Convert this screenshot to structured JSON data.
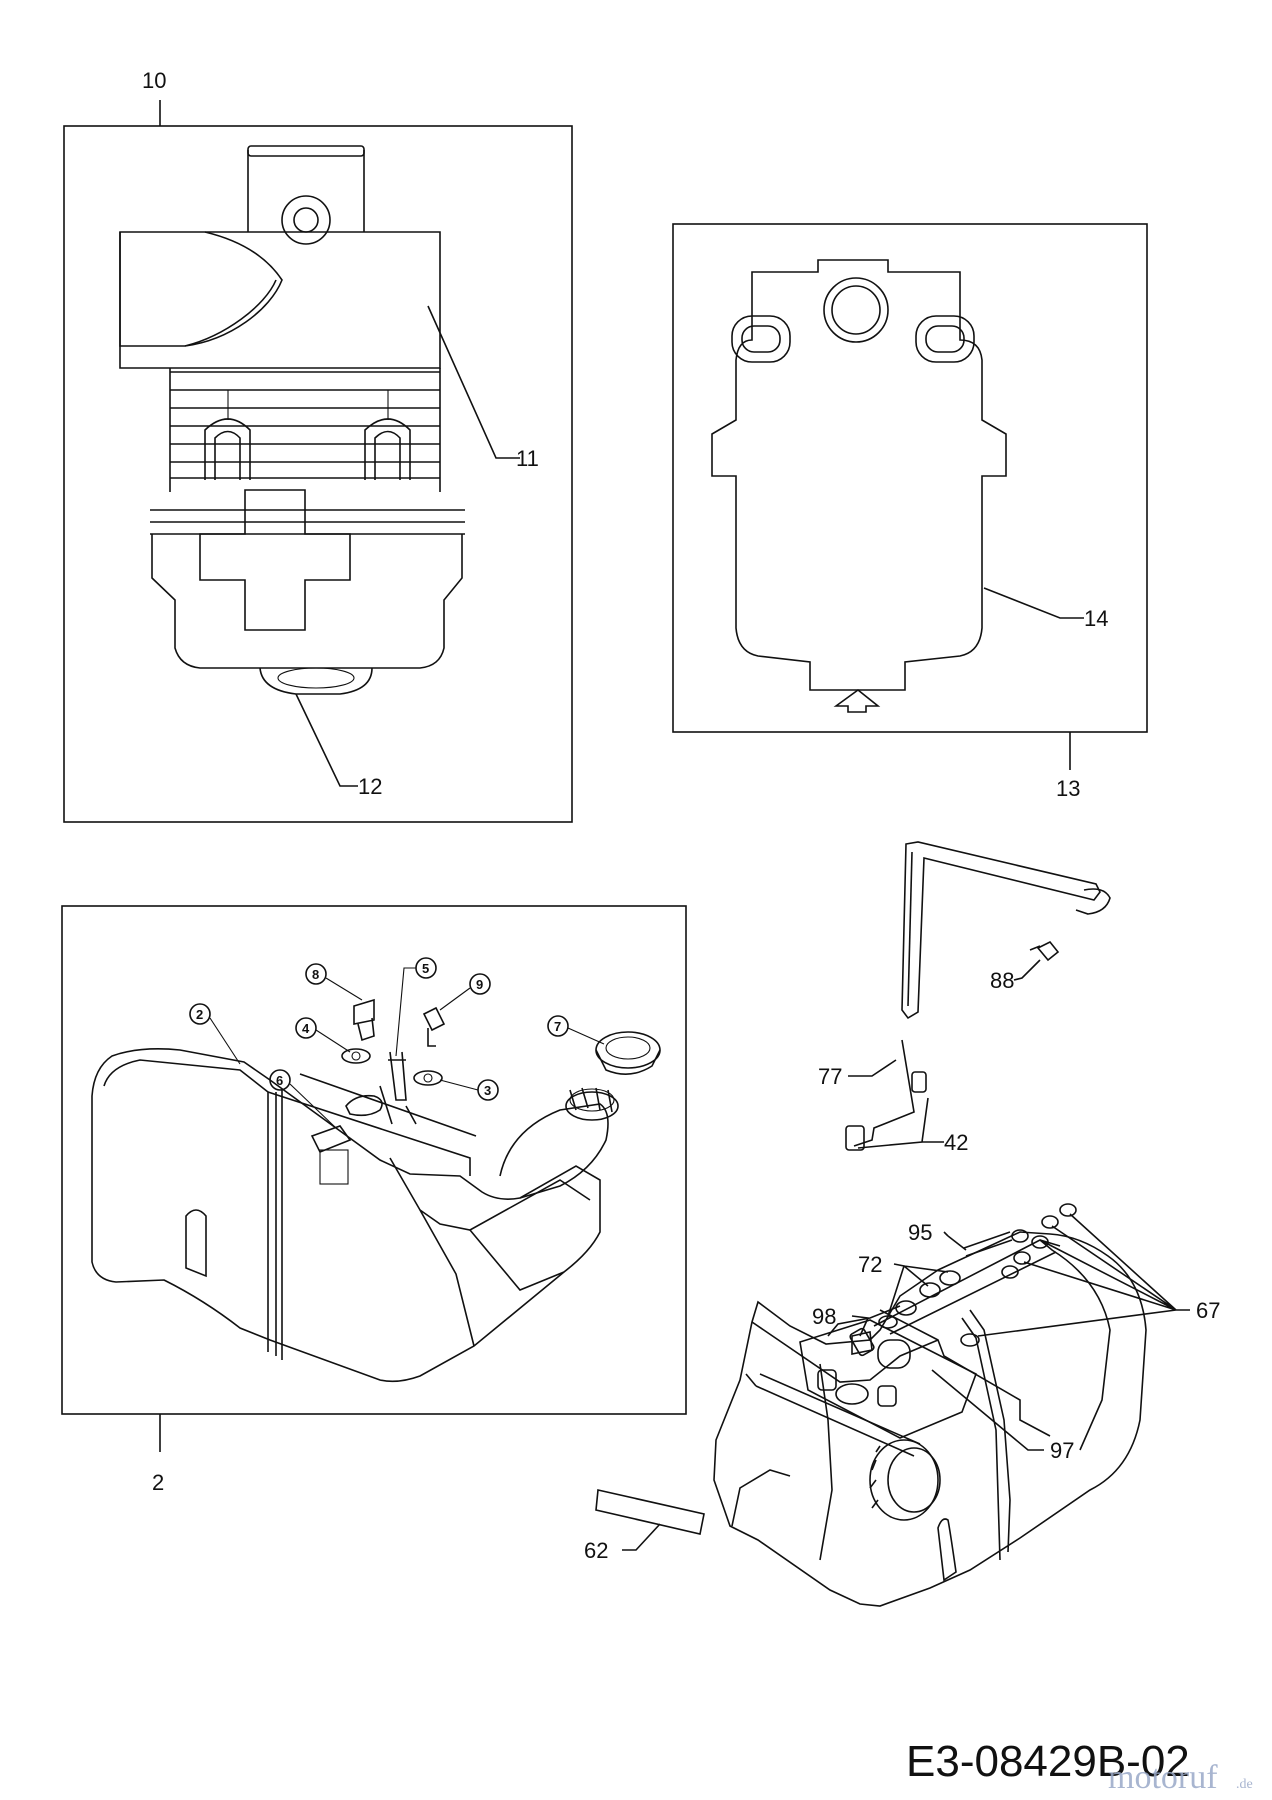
{
  "callouts": {
    "c10": "10",
    "c11": "11",
    "c12": "12",
    "c13": "13",
    "c14": "14",
    "c2": "2",
    "c88": "88",
    "c77": "77",
    "c42": "42",
    "c95": "95",
    "c72": "72",
    "c67": "67",
    "c98": "98",
    "c97": "97",
    "c62": "62"
  },
  "circled": {
    "n8": "8",
    "n5": "5",
    "n9": "9",
    "n2": "2",
    "n4": "4",
    "n7": "7",
    "n6": "6",
    "n3": "3"
  },
  "document_id": "E3-08429B-02",
  "watermark": {
    "text": "motoruf",
    "suffix": ".de"
  },
  "colors": {
    "line": "#111111",
    "watermark": "#9aa9c8",
    "background": "#ffffff"
  }
}
